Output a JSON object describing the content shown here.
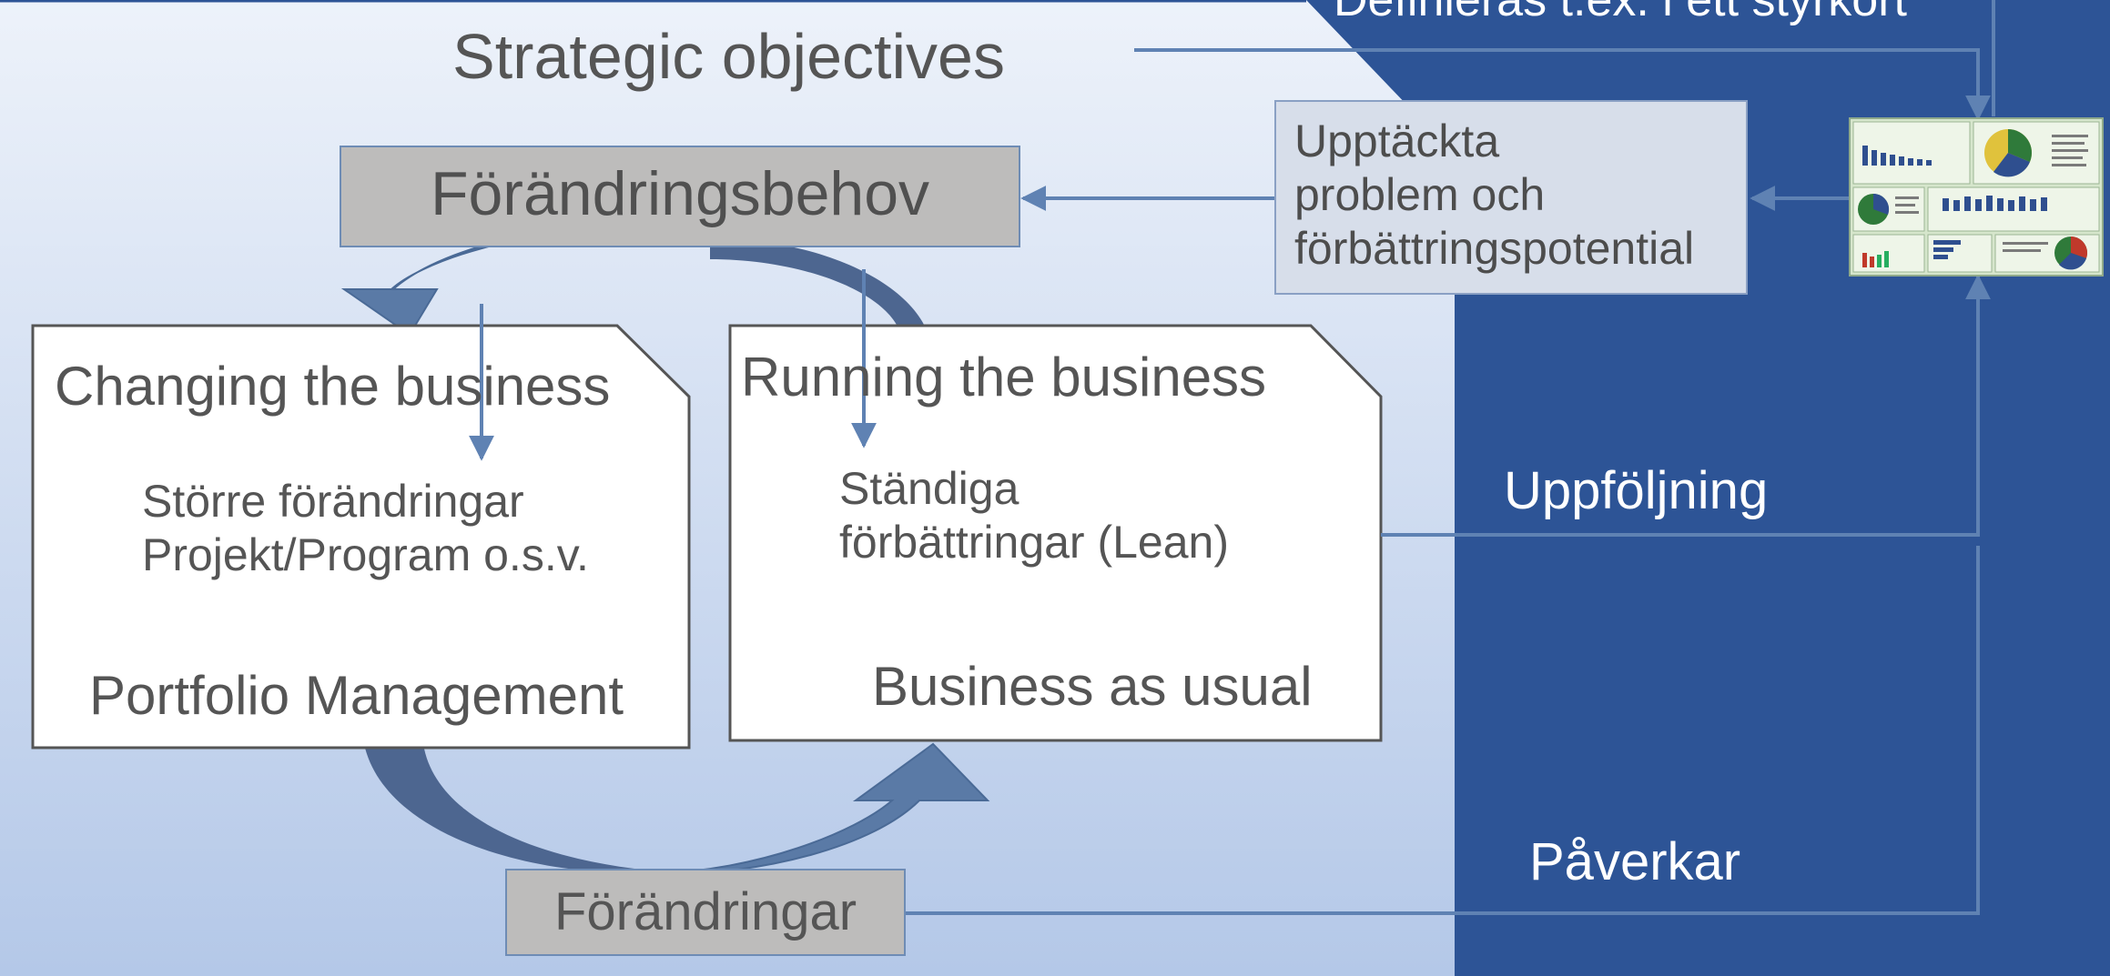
{
  "top_right_text": "Definieras t.ex. i ett styrkort",
  "strategic_objectives": "Strategic objectives",
  "change_need": "Förändringsbehov",
  "detected_problems": "Upptäckta\nproblem och\nförbättringspotential",
  "changing": {
    "title": "Changing the business",
    "items": "Större förändringar\nProjekt/Program o.s.v.",
    "footer": "Portfolio Management"
  },
  "running": {
    "title": "Running the business",
    "items": "Ständiga\nförbättringar (Lean)",
    "footer": "Business as usual"
  },
  "followup": "Uppföljning",
  "affects": "Påverkar",
  "changes": "Förändringar",
  "colors": {
    "dark_blue": "#2d5496",
    "arrow_fill": "#4f6f9a",
    "connector": "#5f82b3",
    "grey_box": "#bdbcbb",
    "text_dark": "#555555"
  },
  "icons": [
    "scorecard-dashboard-icon"
  ]
}
